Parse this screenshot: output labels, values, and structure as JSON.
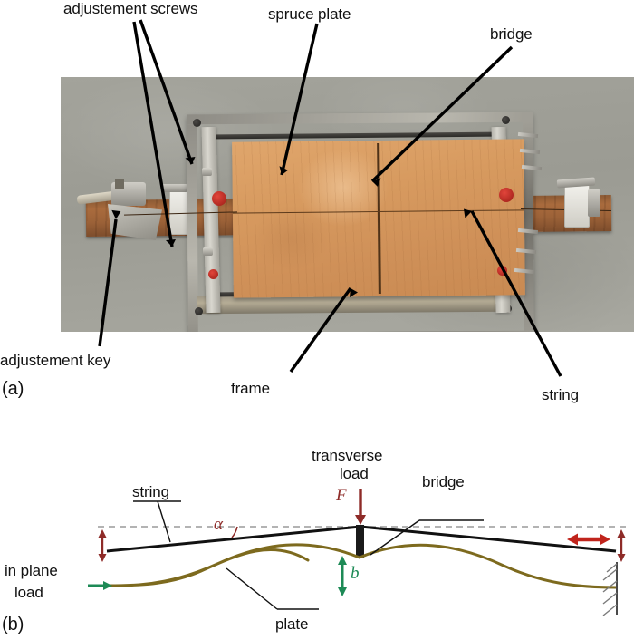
{
  "figure": {
    "panels": [
      {
        "tag": "(a)",
        "kind": "photograph"
      },
      {
        "tag": "(b)",
        "kind": "schematic"
      }
    ]
  },
  "panel_a": {
    "tag": "(a)",
    "labels": {
      "adjustement_screws": "adjustement screws",
      "spruce_plate": "spruce plate",
      "bridge": "bridge",
      "adjustement_key": "adjustement key",
      "frame": "frame",
      "string": "string"
    },
    "colors": {
      "floor": "#9e9e96",
      "spruce": "#d79a5f",
      "beam": "#9c6238",
      "frame_metal": "#a5a39b",
      "red_knob": "#c42f26"
    }
  },
  "panel_b": {
    "tag": "(b)",
    "labels": {
      "string": "string",
      "transverse_load_line1": "transverse",
      "transverse_load_line2": "load",
      "bridge": "bridge",
      "in_plane_load_line1": "in plane",
      "in_plane_load_line2": "load",
      "plate": "plate"
    },
    "symbols": {
      "force": "F",
      "angle": "α",
      "deflection": "b"
    },
    "colors": {
      "force_arrow": "#8e2b28",
      "deflection_arrow": "#1d8a56",
      "in_plane_arrow": "#1d8a56",
      "double_arrow": "#c0241c",
      "string": "#111111",
      "plate_curve": "#7d6a1e",
      "reference_line": "#9a9a9a"
    }
  }
}
